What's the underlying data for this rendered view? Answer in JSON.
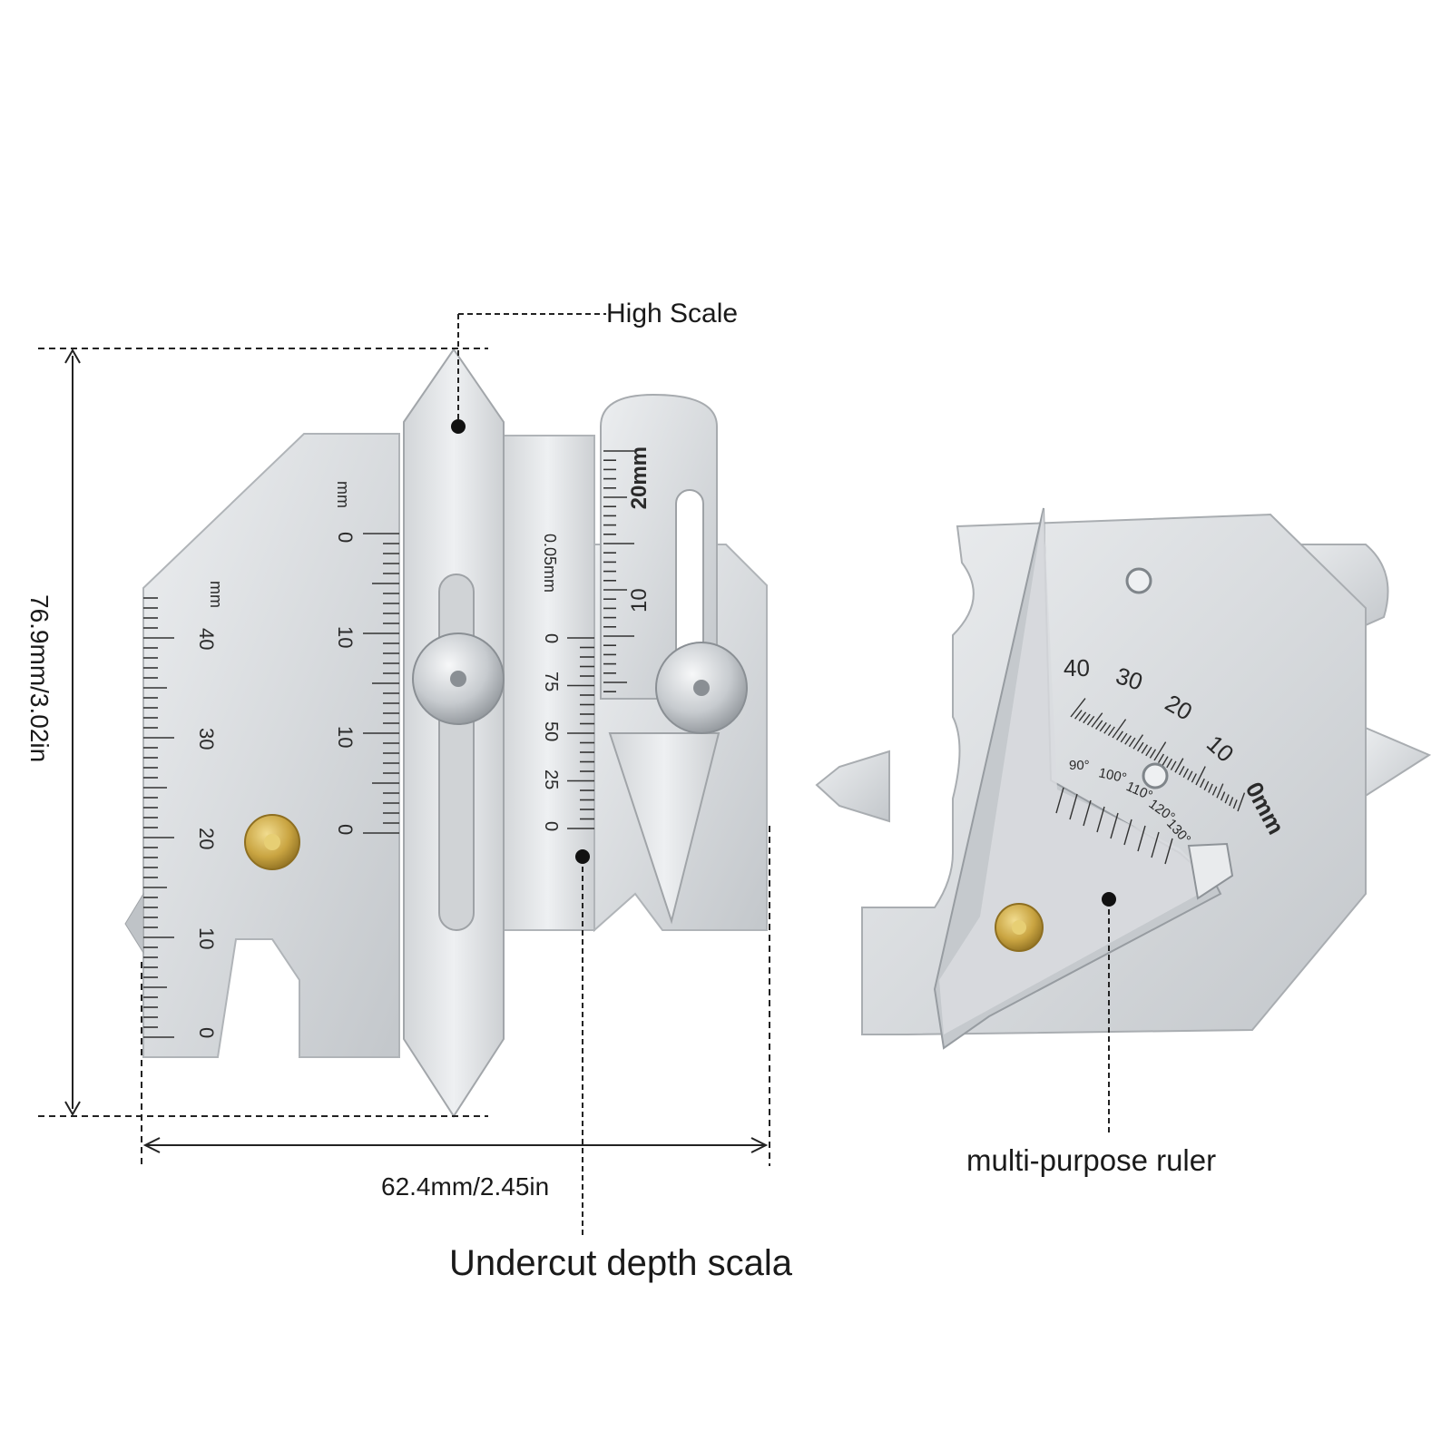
{
  "callouts": {
    "high_scale": "High Scale",
    "undercut_depth": "Undercut depth scala",
    "multi_purpose": "multi-purpose ruler",
    "height_dim": "76.9mm/3.02in",
    "width_dim": "62.4mm/2.45in"
  },
  "left_gauge": {
    "main_scale_unit": "mm",
    "main_scale": [
      "40",
      "30",
      "20",
      "10",
      "0"
    ],
    "slider_unit": "mm",
    "slider_scale": [
      "0",
      "10",
      "10",
      "0"
    ],
    "depth_unit": "0.05mm",
    "depth_scale": [
      "0",
      "75",
      "50",
      "25",
      "0"
    ],
    "arm_unit": "20mm",
    "arm_scale": [
      "10"
    ]
  },
  "right_gauge": {
    "arc_scale": [
      "40",
      "30",
      "20",
      "10",
      "0mm"
    ],
    "angle_scale": [
      "90°",
      "100°",
      "110°",
      "120°",
      "130°"
    ]
  },
  "colors": {
    "steel_light": "#e4e6e8",
    "steel_mid": "#cfd2d5",
    "steel_dark": "#a9adb1",
    "brass": "#c9a441",
    "ink": "#222222"
  }
}
